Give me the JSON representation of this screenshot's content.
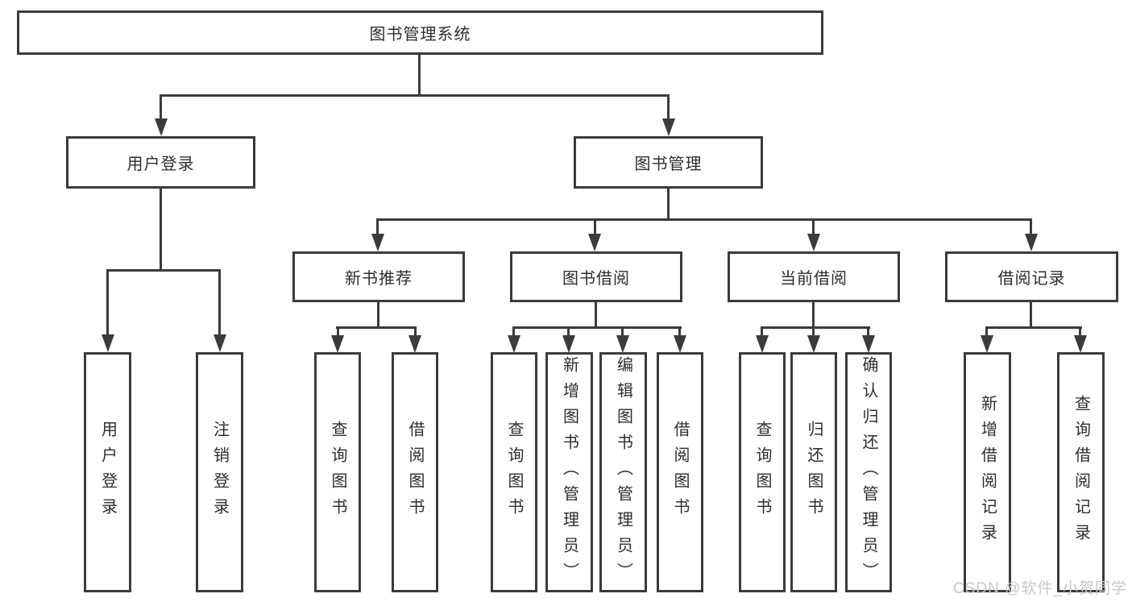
{
  "colors": {
    "background": "#ffffff",
    "line": "#3b3b3b",
    "box_border": "#3b3b3b",
    "text": "#2e2e2e",
    "watermark": "#c8c8c8"
  },
  "diagram": {
    "root": {
      "label": "图书管理系统",
      "children": [
        {
          "label": "用户登录",
          "children": [
            {
              "label": "用户登录"
            },
            {
              "label": "注销登录"
            }
          ]
        },
        {
          "label": "图书管理",
          "children": [
            {
              "label": "新书推荐",
              "children": [
                {
                  "label": "查询图书"
                },
                {
                  "label": "借阅图书"
                }
              ]
            },
            {
              "label": "图书借阅",
              "children": [
                {
                  "label": "查询图书"
                },
                {
                  "label": "新增图书（管理员）"
                },
                {
                  "label": "编辑图书（管理员）"
                },
                {
                  "label": "借阅图书"
                }
              ]
            },
            {
              "label": "当前借阅",
              "children": [
                {
                  "label": "查询图书"
                },
                {
                  "label": "归还图书"
                },
                {
                  "label": "确认归还（管理员）"
                }
              ]
            },
            {
              "label": "借阅记录",
              "children": [
                {
                  "label": "新增借阅记录"
                },
                {
                  "label": "查询借阅记录"
                }
              ]
            }
          ]
        }
      ]
    }
  },
  "watermark": {
    "text": "CSDN @软件_小贺同学"
  }
}
